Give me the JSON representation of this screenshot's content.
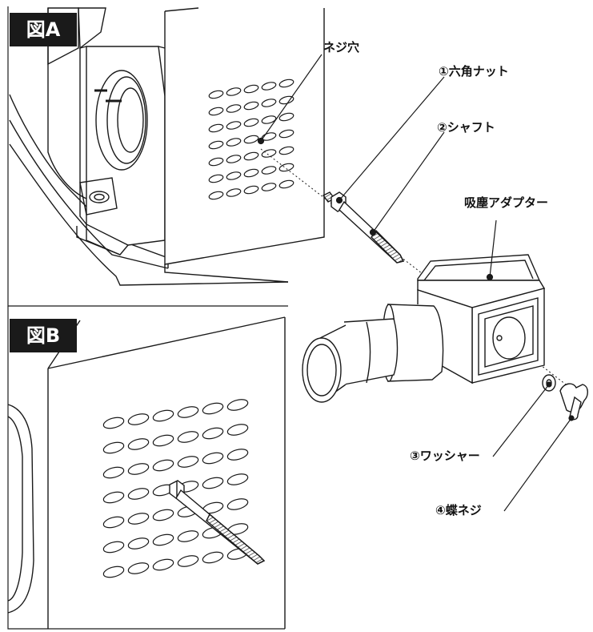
{
  "figures": {
    "a": {
      "label": "図A"
    },
    "b": {
      "label": "図B"
    }
  },
  "callouts": {
    "screw_hole": "ネジ穴",
    "hex_nut": "①六角ナット",
    "shaft": "②シャフト",
    "dust_adapter": "吸塵アダプター",
    "washer": "③ワッシャー",
    "wing_screw": "④蝶ネジ"
  },
  "icons": {
    "machine_body": "machine-body-illustration",
    "hex_nut": "hex-nut-icon",
    "shaft": "threaded-shaft-icon",
    "dust_adapter": "dust-adapter-illustration",
    "washer": "washer-icon",
    "wing_screw": "wing-screw-icon"
  },
  "colors": {
    "line": "#1a1a1a",
    "label_bg": "#1a1a1a",
    "label_text": "#ffffff",
    "background": "#ffffff"
  }
}
